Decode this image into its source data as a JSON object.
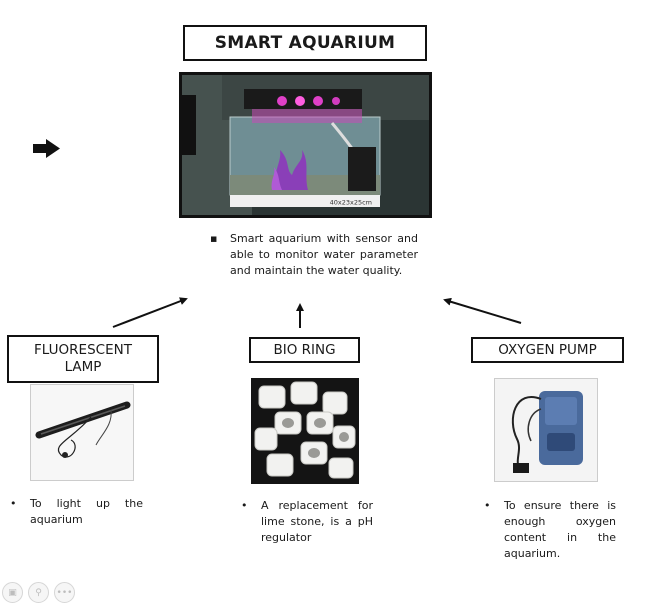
{
  "title": "SMART AQUARIUM",
  "main_photo_caption": "40x23x25cm",
  "main_bullet": {
    "marker": "▪",
    "text": "Smart aquarium with sensor and able to monitor water parameter and maintain the water quality."
  },
  "components": [
    {
      "label": "FLUORESCENT LAMP",
      "bullet": "To light up the aquarium",
      "icon": "fluorescent-lamp-photo"
    },
    {
      "label": "BIO RING",
      "bullet": "A replacement for lime stone, is a pH regulator",
      "icon": "bio-ring-photo"
    },
    {
      "label": "OXYGEN PUMP",
      "bullet": "To ensure there is enough oxygen content in the aquarium.",
      "icon": "oxygen-pump-photo"
    }
  ],
  "bullet_marker": "•",
  "toolbar": {
    "icons": [
      "image-icon",
      "zoom-icon",
      "more-icon"
    ],
    "more_label": "•••"
  },
  "colors": {
    "border": "#111111",
    "arrow": "#111111",
    "aquarium_glow": "#e040c8"
  }
}
